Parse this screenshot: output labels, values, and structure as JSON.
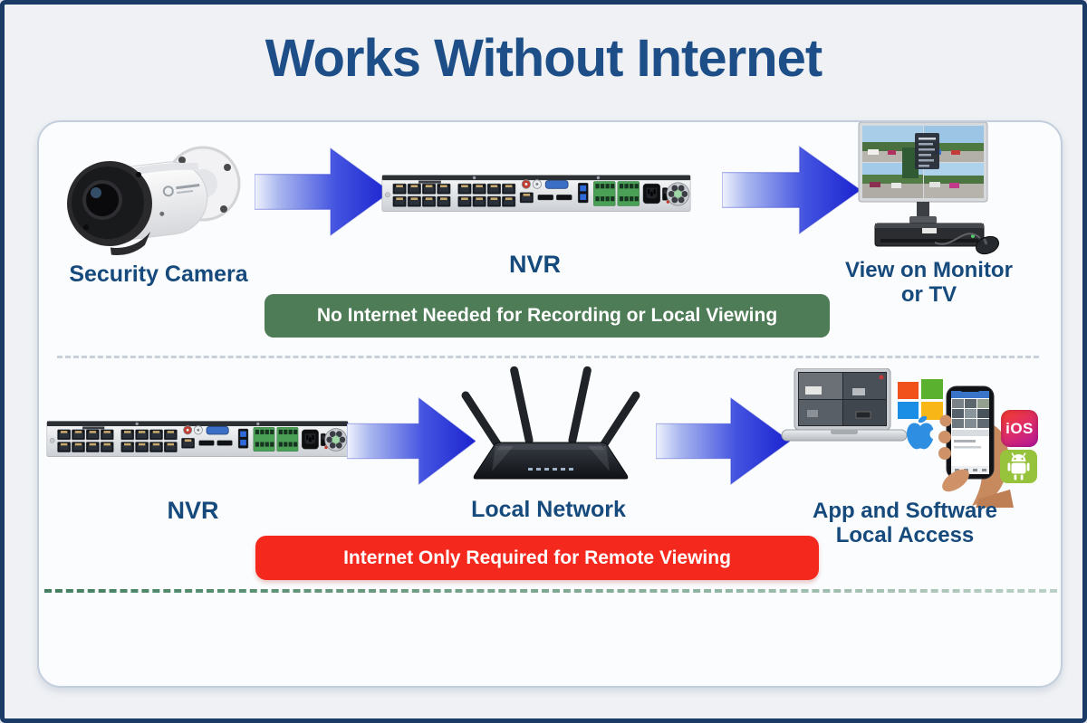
{
  "title": "Works Without Internet",
  "flow_no_internet": {
    "camera_label": "Security Camera",
    "nvr_label": "NVR",
    "monitor_label_line1": "View on Monitor",
    "monitor_label_line2": "or TV",
    "banner": "No Internet Needed for Recording or Local Viewing"
  },
  "flow_internet_remote": {
    "nvr_label": "NVR",
    "router_label": "Local Network",
    "app_label_line1": "App and Software",
    "app_label_line2": "Local Access",
    "banner": "Internet Only Required for Remote Viewing"
  },
  "ios_badge_label": "iOS",
  "icons": [
    "security-camera-image",
    "nvr-rear-panel-image",
    "arrow-right-icon",
    "monitor-tv-image",
    "router-image",
    "laptop-image",
    "windows-logo-icon",
    "apple-logo-icon",
    "phone-in-hand-image",
    "ios-badge-icon",
    "android-badge-icon"
  ],
  "colors": {
    "title_blue": "#1d4e87",
    "label_blue": "#164a7c",
    "banner_green": "#4d7c57",
    "banner_red": "#f5281d",
    "arrow_blue_dark": "#1b23cf",
    "arrow_blue_light": "#eef2fc",
    "page_border_navy": "#1b3a66",
    "card_border": "#c3cedd"
  }
}
